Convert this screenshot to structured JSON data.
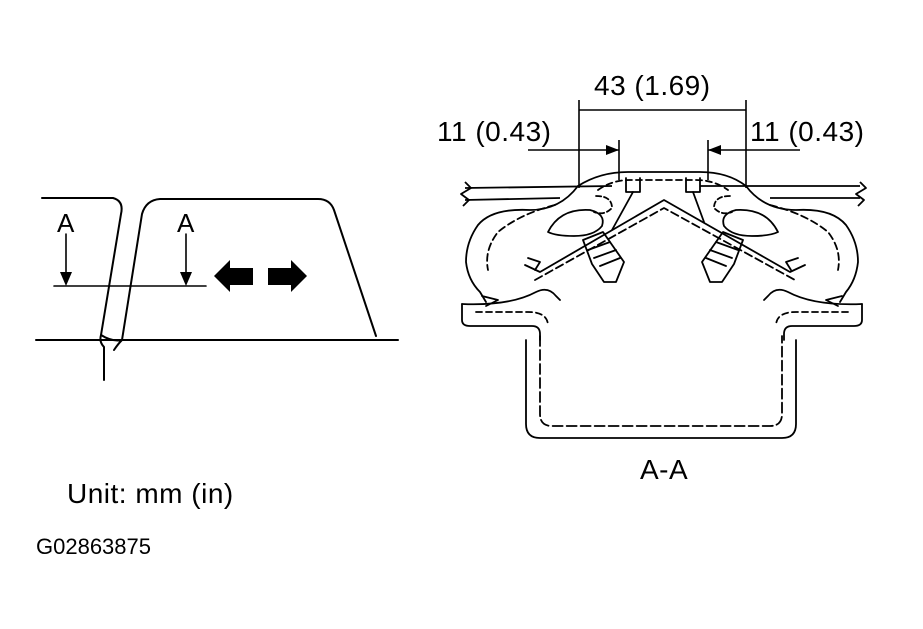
{
  "left_view": {
    "label_a_left": "A",
    "label_a_right": "A"
  },
  "section_view": {
    "dim_top": "43 (1.69)",
    "dim_left": "11 (0.43)",
    "dim_right": "11 (0.43)",
    "section_label": "A-A"
  },
  "unit_note": "Unit: mm (in)",
  "figure_id": "G02863875",
  "colors": {
    "ink": "#000000",
    "paper": "#ffffff"
  }
}
